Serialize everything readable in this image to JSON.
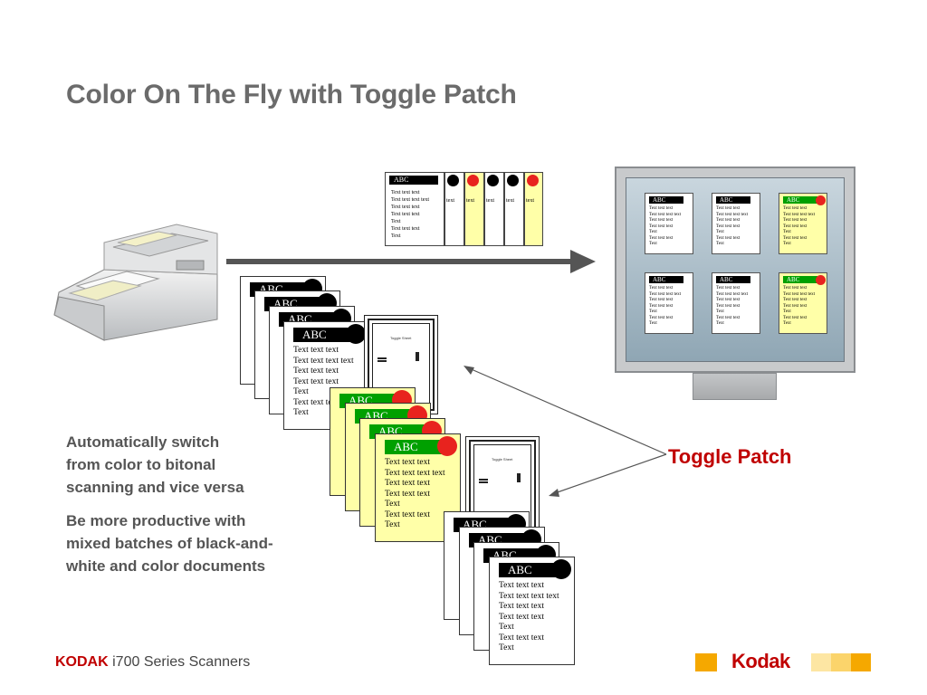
{
  "title": "Color On The Fly with Toggle Patch",
  "doc_header": "ABC",
  "doc_lines": [
    "Text text text",
    "Text text text text",
    "Text text text",
    "Text text text",
    "Text",
    "Text text text",
    "Text"
  ],
  "strip_labels": [
    "text",
    "text",
    "text",
    "text",
    "text"
  ],
  "patch_text": "Toggle Sheet",
  "bullets": [
    "Automatically switch from color to bitonal scanning and vice versa",
    "Be more productive with mixed batches of black-and-white and color documents"
  ],
  "toggle_label": "Toggle Patch",
  "footer": {
    "brand": "KODAK",
    "product": "i700 Series Scanners"
  },
  "logo_text": "Kodak",
  "colors": {
    "accent_red": "#c00000",
    "doc_yellow": "#ffffa8",
    "header_green": "#00a000",
    "kodak_yellow": "#f5a800"
  }
}
